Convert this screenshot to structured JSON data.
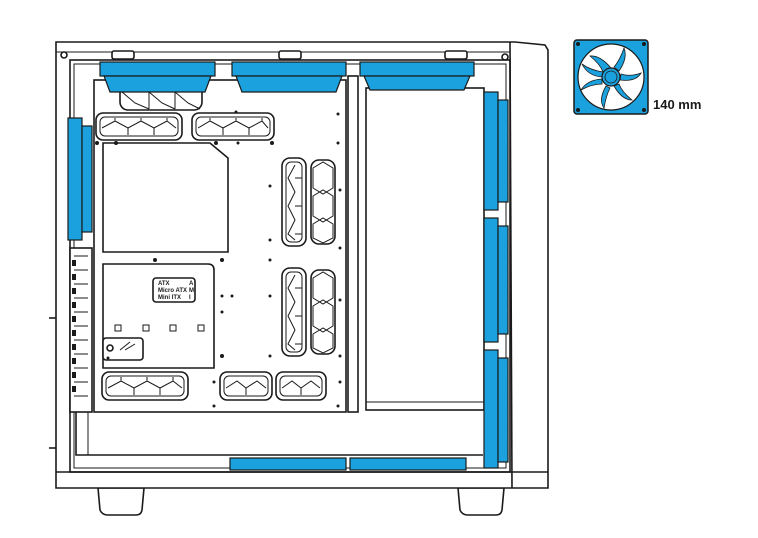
{
  "legend": {
    "fan_size_label": "140 mm",
    "fan_icon": "fan-icon"
  },
  "motherboard_label": {
    "rows": [
      {
        "name": "ATX",
        "code": "A"
      },
      {
        "name": "Micro ATX",
        "code": "M"
      },
      {
        "name": "Mini ITX",
        "code": "I"
      }
    ]
  },
  "colors": {
    "fan": "#1ba1dd",
    "outline": "#1a1a1a",
    "background": "#ffffff"
  }
}
